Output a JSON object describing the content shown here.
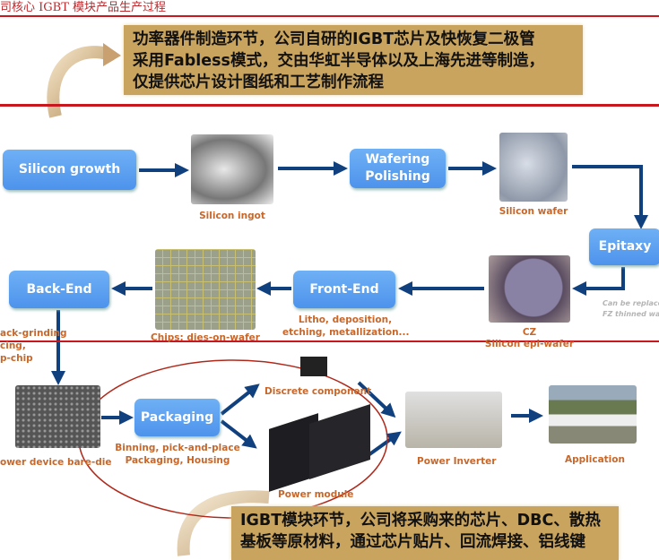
{
  "title": "司核心 IGBT 模块产品生产过程",
  "top_note": [
    "功率器件制造环节，公司自研的IGBT芯片及快恢复二极管",
    "采用Fabless模式，交由华虹半导体以及上海先进等制造，",
    "仅提供芯片设计图纸和工艺制作流程"
  ],
  "bottom_note": [
    "IGBT模块环节，公司将采购来的芯片、DBC、散热",
    "基板等原材料，通过芯片贴片、回流焊接、铝线键"
  ],
  "steps": {
    "silicon_growth": "Silicon growth",
    "wafering": "Wafering\nPolishing",
    "epitaxy": "Epitaxy",
    "front_end": "Front-End",
    "back_end": "Back-End",
    "packaging": "Packaging"
  },
  "labels": {
    "silicon_ingot": "Silicon ingot",
    "silicon_wafer": "Silicon wafer",
    "cz": "CZ",
    "epi_wafer": "Silicon epi-wafer",
    "replace_note_1": "Can be replaced",
    "replace_note_2": "FZ thinned wafe",
    "front_end_1": "Litho, deposition,",
    "front_end_2": "etching, metallization...",
    "chips": "Chips: dies-on-wafer",
    "back_end_1": "ack-grinding",
    "back_end_2": "cing,",
    "back_end_3": "p-chip",
    "bare_die": "ower device bare-die",
    "packaging_1": "Binning, pick-and-place",
    "packaging_2": "Packaging, Housing",
    "discrete": "Discrete component",
    "power_module": "Power module",
    "inverter": "Power Inverter",
    "application": "Application"
  },
  "colors": {
    "accent_red": "#c8181e",
    "step_blue": "#4d93ec",
    "arrow_navy": "#10407e",
    "label_orange": "#c8672a",
    "note_tan": "#c9a45e"
  }
}
